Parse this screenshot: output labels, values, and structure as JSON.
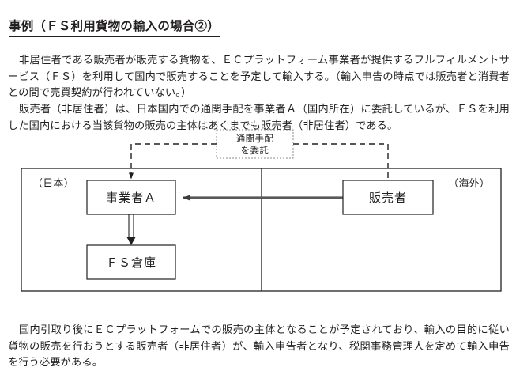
{
  "document": {
    "title": "事例（ＦＳ利用貨物の輸入の場合②）",
    "paragraphs": {
      "p1": "非居住者である販売者が販売する貨物を、ＥＣプラットフォーム事業者が提供するフルフィルメントサービス（ＦＳ）を利用して国内で販売することを予定して輸入する。（輸入申告の時点では販売者と消費者との間で売買契約が行われていない。）",
      "p2": "販売者（非居住者）は、日本国内での通関手配を事業者Ａ（国内所在）に委託しているが、ＦＳを利用した国内における当該貨物の販売の主体はあくまでも販売者（非居住者）である。",
      "p3": "国内引取り後にＥＣプラットフォームでの販売の主体となることが予定されており、輸入の目的に従い貨物の販売を行おうとする販売者（非居住者）が、輸入申告者となり、税関事務管理人を定めて輸入申告を行う必要がある。"
    }
  },
  "diagram": {
    "note_box": {
      "line1": "通関手配",
      "line2": "を委託"
    },
    "region_left_label": "（日本）",
    "region_right_label": "（海外）",
    "nodes": {
      "operator_a": "事業者Ａ",
      "fs_warehouse": "ＦＳ倉庫",
      "seller": "販売者"
    },
    "colors": {
      "stroke": "#221f1f",
      "gray_arrow": "#595959",
      "note_border": "#8c8c8c"
    }
  }
}
